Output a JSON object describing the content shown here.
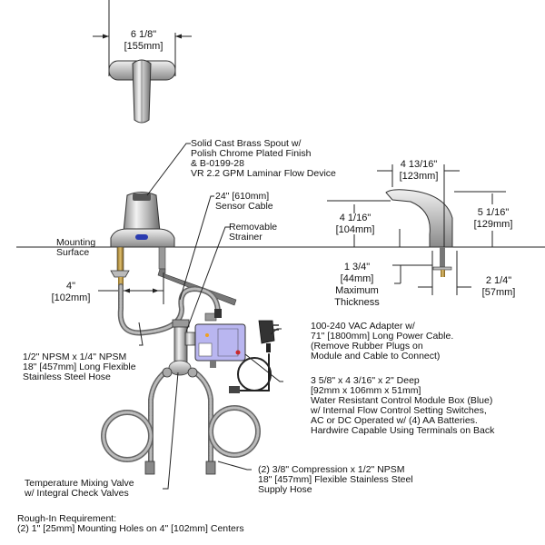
{
  "dimensions": {
    "top_width": {
      "imperial": "6 1/8\"",
      "metric": "[155mm]"
    },
    "side_reach": {
      "imperial": "4 13/16\"",
      "metric": "[123mm]"
    },
    "spout_height": {
      "imperial": "4 1/16\"",
      "metric": "[104mm]"
    },
    "overall_height": {
      "imperial": "5 1/16\"",
      "metric": "[129mm]"
    },
    "max_thickness": {
      "imperial": "1 3/4\"",
      "metric": "[44mm]",
      "line1": "Maximum",
      "line2": "Thickness"
    },
    "shank_width": {
      "imperial": "2 1/4\"",
      "metric": "[57mm]"
    },
    "center_spacing": {
      "imperial": "4\"",
      "metric": "[102mm]"
    }
  },
  "labels": {
    "spout": [
      "Solid Cast Brass Spout w/",
      "Polish Chrome Plated Finish",
      "& B-0199-28",
      "VR 2.2 GPM Laminar Flow Device"
    ],
    "sensor_cable": [
      "24\" [610mm]",
      "Sensor Cable"
    ],
    "strainer": [
      "Removable",
      "Strainer"
    ],
    "mounting_surface": [
      "Mounting",
      "Surface"
    ],
    "flex_hose": [
      "1/2\" NPSM x 1/4\" NPSM",
      "18\" [457mm] Long Flexible",
      "Stainless Steel Hose"
    ],
    "adapter": [
      "100-240 VAC Adapter w/",
      "71\" [1800mm] Long Power Cable.",
      "(Remove Rubber Plugs on",
      "Module and Cable to Connect)"
    ],
    "control_module": [
      "3 5/8\" x 4 3/16\" x 2\" Deep",
      "[92mm x 106mm x 51mm]",
      "Water Resistant Control Module Box (Blue)",
      "w/ Internal Flow Control Setting Switches,",
      "AC or DC Operated w/ (4) AA Batteries.",
      "Hardwire Capable Using Terminals on Back"
    ],
    "mixing_valve": [
      "Temperature Mixing Valve",
      "w/ Integral Check Valves"
    ],
    "supply_hose": [
      "(2) 3/8\" Compression x 1/2\" NPSM",
      "18\" [457mm] Flexible Stainless Steel",
      "Supply Hose"
    ]
  },
  "rough_in": {
    "title": "Rough-In Requirement:",
    "text": "(2) 1\" [25mm] Mounting Holes on 4\" [102mm] Centers"
  },
  "colors": {
    "module_blue": "#b9b6f0",
    "sensor_blue": "#2a3bb0",
    "brass": "#c8a24a",
    "chrome": "#c9c9c9",
    "led_red": "#e02020",
    "led_orange": "#f0a020"
  }
}
